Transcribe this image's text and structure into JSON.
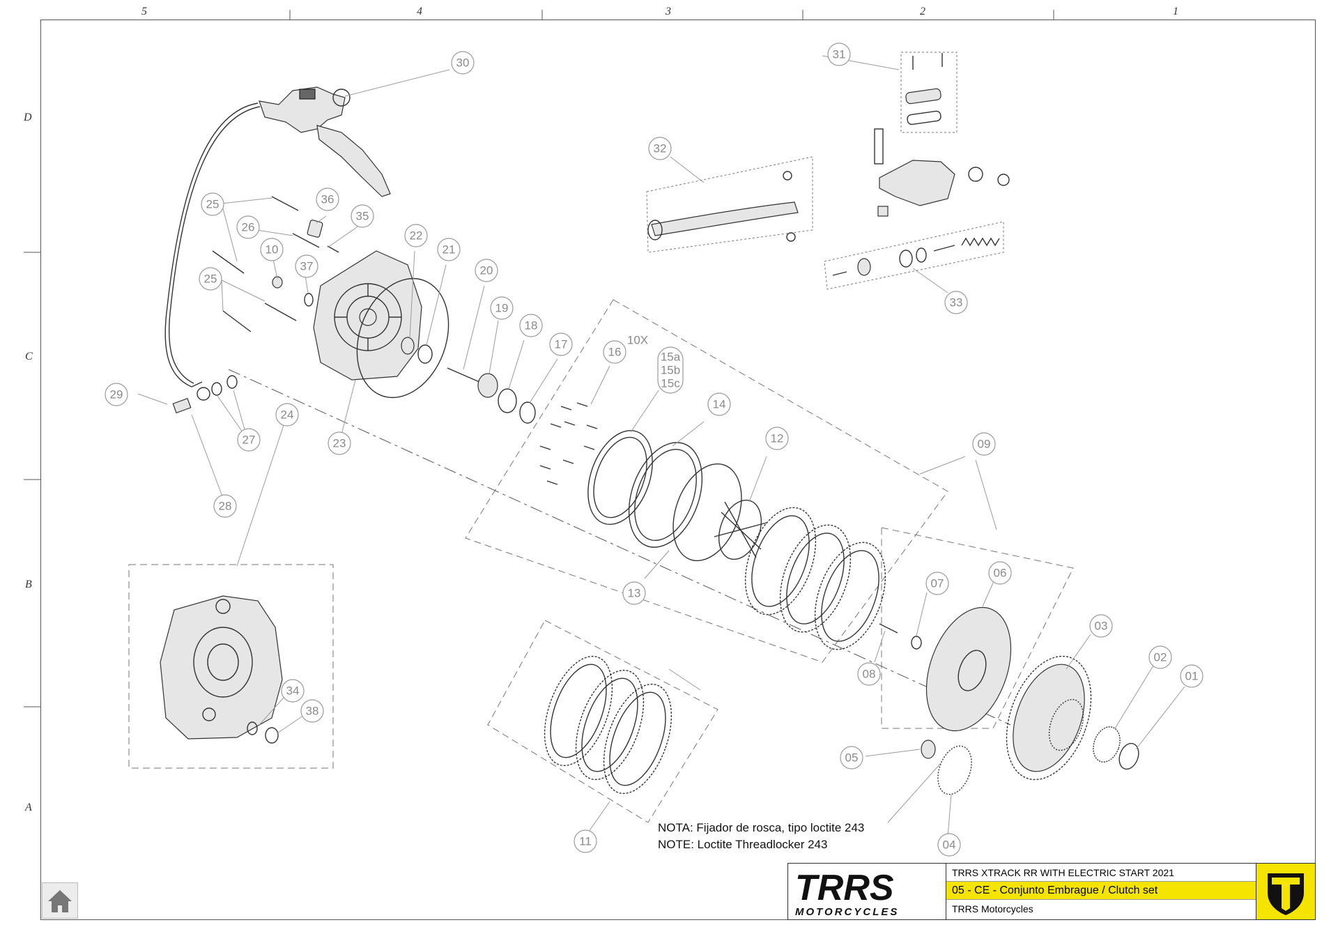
{
  "zones": {
    "columns": [
      "5",
      "4",
      "3",
      "2",
      "1"
    ],
    "rows": [
      "D",
      "C",
      "B",
      "A"
    ]
  },
  "callouts": [
    {
      "id": "c01",
      "label": "01"
    },
    {
      "id": "c02",
      "label": "02"
    },
    {
      "id": "c03",
      "label": "03"
    },
    {
      "id": "c04",
      "label": "04"
    },
    {
      "id": "c05",
      "label": "05"
    },
    {
      "id": "c06",
      "label": "06"
    },
    {
      "id": "c07",
      "label": "07"
    },
    {
      "id": "c08",
      "label": "08"
    },
    {
      "id": "c09",
      "label": "09"
    },
    {
      "id": "c10",
      "label": "10"
    },
    {
      "id": "c11",
      "label": "11"
    },
    {
      "id": "c12",
      "label": "12"
    },
    {
      "id": "c13",
      "label": "13"
    },
    {
      "id": "c14",
      "label": "14"
    },
    {
      "id": "c16",
      "label": "16"
    },
    {
      "id": "c17",
      "label": "17"
    },
    {
      "id": "c18",
      "label": "18"
    },
    {
      "id": "c19",
      "label": "19"
    },
    {
      "id": "c20",
      "label": "20"
    },
    {
      "id": "c21",
      "label": "21"
    },
    {
      "id": "c22",
      "label": "22"
    },
    {
      "id": "c23",
      "label": "23"
    },
    {
      "id": "c24",
      "label": "24"
    },
    {
      "id": "c25a",
      "label": "25"
    },
    {
      "id": "c25b",
      "label": "25"
    },
    {
      "id": "c26",
      "label": "26"
    },
    {
      "id": "c27",
      "label": "27"
    },
    {
      "id": "c28",
      "label": "28"
    },
    {
      "id": "c29",
      "label": "29"
    },
    {
      "id": "c30",
      "label": "30"
    },
    {
      "id": "c31",
      "label": "31"
    },
    {
      "id": "c32",
      "label": "32"
    },
    {
      "id": "c33",
      "label": "33"
    },
    {
      "id": "c34",
      "label": "34"
    },
    {
      "id": "c35",
      "label": "35"
    },
    {
      "id": "c36",
      "label": "36"
    },
    {
      "id": "c37",
      "label": "37"
    },
    {
      "id": "c38",
      "label": "38"
    }
  ],
  "callout_15": [
    "15a",
    "15b",
    "15c"
  ],
  "quantity_label": "10X",
  "notes": {
    "es": "NOTA:  Fijador de rosca, tipo loctite 243",
    "en": "NOTE: Loctite Threadlocker 243"
  },
  "title_block": {
    "model": "TRRS XTRACK RR  WITH ELECTRIC START 2021",
    "section": "05 - CE - Conjunto Embrague / Clutch set",
    "company": "TRRS Motorcycles",
    "logo_text": "TRRS",
    "logo_sub": "MOTORCYCLES",
    "accent_color": "#f4e400",
    "logo_r_color": "#f4c400"
  },
  "home_icon": "home-icon"
}
